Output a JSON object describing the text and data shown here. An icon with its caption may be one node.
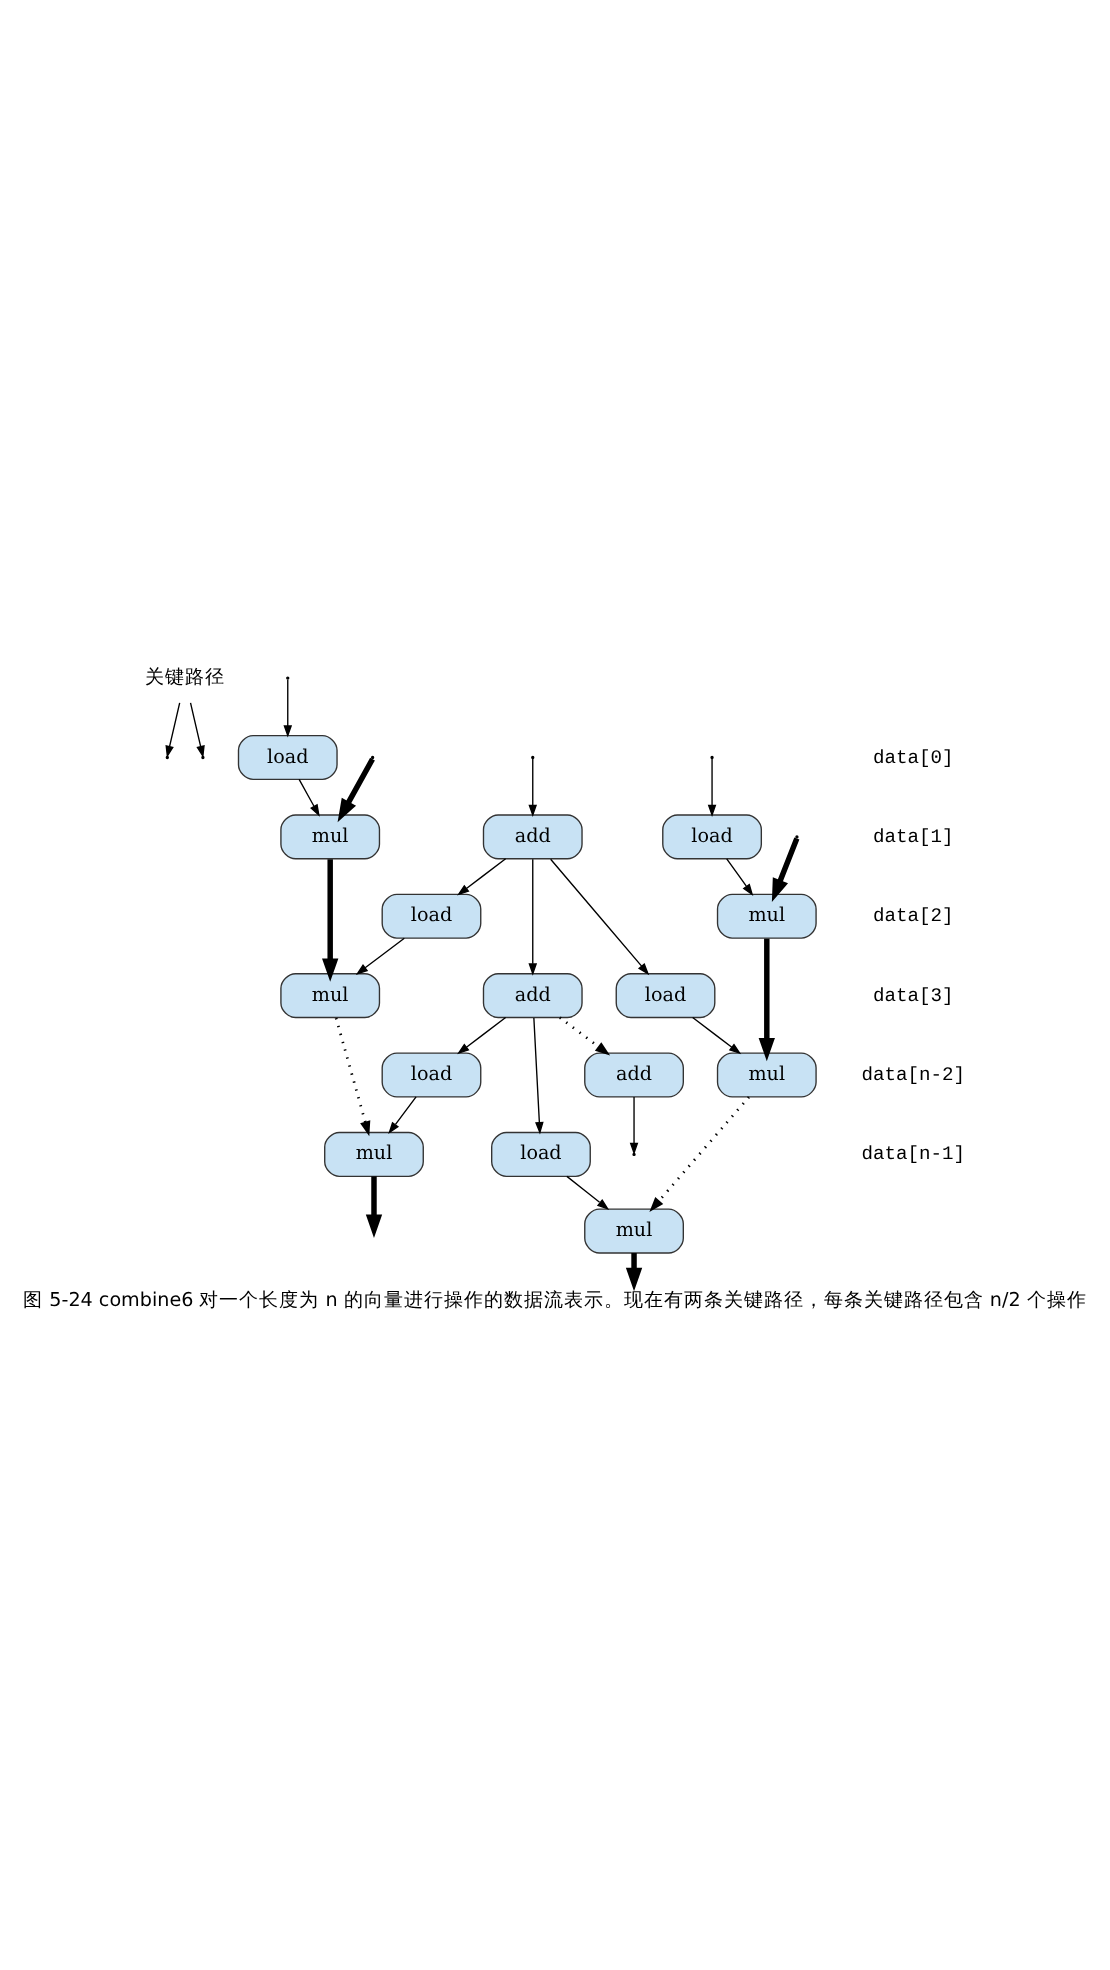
{
  "diagram": {
    "caption": "图 5-24 combine6 对一个长度为 n 的向量进行操作的数据流表示。现在有两条关键路径，每条关键路径包含 n/2 个操作",
    "nodes": [
      {
        "text": [
          "关键路径"
        ]
      },
      {
        "text": [
          "load"
        ]
      },
      {
        "text": [
          "mul"
        ]
      },
      {
        "text": [
          "load"
        ]
      },
      {
        "text": [
          "mul"
        ]
      },
      {
        "text": [
          "add"
        ]
      },
      {
        "text": [
          "load"
        ]
      },
      {
        "text": [
          "mul"
        ]
      },
      {
        "text": [
          "load"
        ]
      },
      {
        "text": [
          "mul"
        ]
      },
      {
        "text": [
          "add"
        ]
      },
      {
        "text": [
          "load"
        ]
      },
      {
        "text": [
          "mul"
        ]
      },
      {
        "text": [
          "load"
        ]
      },
      {
        "text": [
          "mul"
        ]
      },
      {
        "text": [
          "add"
        ]
      }
    ],
    "edges": [
      {
        "from": 0,
        "to": null,
        "arrow": "to"
      },
      {
        "from": 0,
        "to": null,
        "arrow": "to"
      },
      {
        "from": null,
        "to": 2,
        "arrow": "to",
        "style": "thick"
      },
      {
        "from": null,
        "to": 4,
        "arrow": "to",
        "style": "thick"
      },
      {
        "from": null,
        "to": 1,
        "arrow": "to"
      },
      {
        "from": null,
        "to": 3,
        "arrow": "to"
      },
      {
        "from": null,
        "to": 5,
        "arrow": "to"
      },
      {
        "from": 1,
        "to": 2,
        "arrow": "to"
      },
      {
        "from": 3,
        "to": 4,
        "arrow": "to"
      },
      {
        "from": 2,
        "to": 7,
        "arrow": "to",
        "style": "thick"
      },
      {
        "from": 4,
        "to": 9,
        "arrow": "to",
        "style": "thick"
      },
      {
        "from": 5,
        "to": 6,
        "arrow": "to"
      },
      {
        "from": 5,
        "to": 8,
        "arrow": "to"
      },
      {
        "from": 5,
        "to": 10,
        "arrow": "to"
      },
      {
        "from": 6,
        "to": 7,
        "arrow": "to"
      },
      {
        "from": 8,
        "to": 9,
        "arrow": "to"
      },
      {
        "from": 7,
        "to": 12,
        "arrow": "to",
        "style": "dashed"
      },
      {
        "from": 9,
        "to": 14,
        "arrow": "to",
        "style": "dashed"
      },
      {
        "from": 10,
        "to": 11,
        "arrow": "to"
      },
      {
        "from": 10,
        "to": 13,
        "arrow": "to"
      },
      {
        "from": 10,
        "to": 15,
        "arrow": "to",
        "style": "dashed"
      },
      {
        "from": 11,
        "to": 12,
        "arrow": "to"
      },
      {
        "from": 13,
        "to": 14,
        "arrow": "to"
      },
      {
        "from": 12,
        "to": null,
        "arrow": "to",
        "style": "thick"
      },
      {
        "from": 14,
        "to": null,
        "arrow": "to",
        "style": "thick"
      },
      {
        "from": 15,
        "to": null,
        "arrow": "to"
      }
    ],
    "labels": [
      "data[0]",
      "data[1]",
      "data[2]",
      "data[3]",
      "data[n-2]",
      "data[n-1]"
    ]
  }
}
